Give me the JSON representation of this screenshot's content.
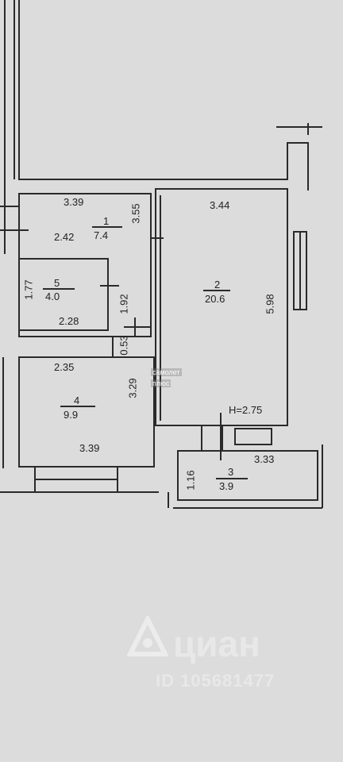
{
  "rooms": [
    {
      "number": "1",
      "area": "7.4"
    },
    {
      "number": "2",
      "area": "20.6"
    },
    {
      "number": "3",
      "area": "3.9"
    },
    {
      "number": "4",
      "area": "9.9"
    },
    {
      "number": "5",
      "area": "4.0"
    }
  ],
  "dimensions": {
    "r1_top": "3.39",
    "r1_side": "3.55",
    "r1_inner": "2.42",
    "r2_top": "3.44",
    "r2_side": "5.98",
    "r2_height": "H=2.75",
    "r3_side": "1.16",
    "r3_top": "3.33",
    "r4_top": "2.35",
    "r4_side": "3.29",
    "r4_bottom": "3.39",
    "r5_side": "1.77",
    "r5_bottom": "2.28",
    "corridor_a": "1.92",
    "corridor_b": "0.53"
  },
  "watermarks": {
    "small_brand": "самолет",
    "small_brand_sub": "плюс",
    "brand": "циан",
    "listing_id": "ID 105681477"
  }
}
